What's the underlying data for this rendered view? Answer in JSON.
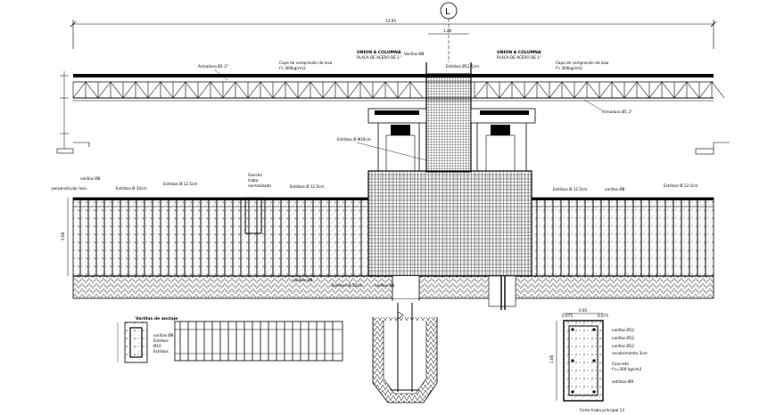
{
  "axis": {
    "label": "L"
  },
  "dims": {
    "total_width": "13.95",
    "column_width": "1.40",
    "wall_height": "2.00",
    "section_width": "0.85",
    "section_left": "0.075",
    "section_right": "0.075",
    "section_height": "1.00"
  },
  "beam": {
    "armor_left": "Armadura Ø1 2\"",
    "armor_right": "Armadura Ø1 2\"",
    "comp_left_1": "Capa de compresión de losa",
    "comp_left_2": "f'c 300kg/cm2",
    "comp_right_1": "Capa de compresión de losa",
    "comp_right_2": "f'c 300kg/cm2"
  },
  "column": {
    "union_left_1": "UNION A COLUMNA",
    "union_left_2": "PLACA DE ACERO DE 1\"",
    "union_right_1": "UNION A COLUMNA",
    "union_right_2": "PLACA DE ACERO DE 1\"",
    "varilla_top": "Varillas Ø8",
    "estribo_top": "Estribos Ø12.5cm",
    "estribo_mid": "Estribos Ø Φ10cm"
  },
  "wall": {
    "varillas_left": "varillas Ø8",
    "perpendicular": "perpendicular losa",
    "estribos_1": "Estribos Ø 10cm",
    "estribos_2": "Estribos Ø 12.5cm",
    "gancho_1": "Gancho",
    "gancho_2": "traba",
    "gancho_3": "normalizada",
    "estribos_3": "Estribos Ø 12.5cm",
    "estribos_r1": "Estribos Ø 12.5cm",
    "varillas_r": "varillas Ø8",
    "estribos_r2": "Estribos Ø 12.5cm"
  },
  "base": {
    "label_1": "varillas Ø8",
    "label_2": "Estribos Ø 10cm",
    "label_3": "varillas Ø8"
  },
  "detail_left": {
    "title": "Varillas de anclaje",
    "v1": "varillas Ø8",
    "v2": "Estribos",
    "v3": "Ø10",
    "v4": "Estribos"
  },
  "section": {
    "v1": "varillas Ø12",
    "v2": "varillas Ø12",
    "v3": "varillas Ø12",
    "v4": "recubrimiento 3cm",
    "c1": "Concreto",
    "c2": "f'c=300 kg/cm2",
    "v5": "estribos Ø8",
    "caption": "Corte traba principal 13"
  }
}
